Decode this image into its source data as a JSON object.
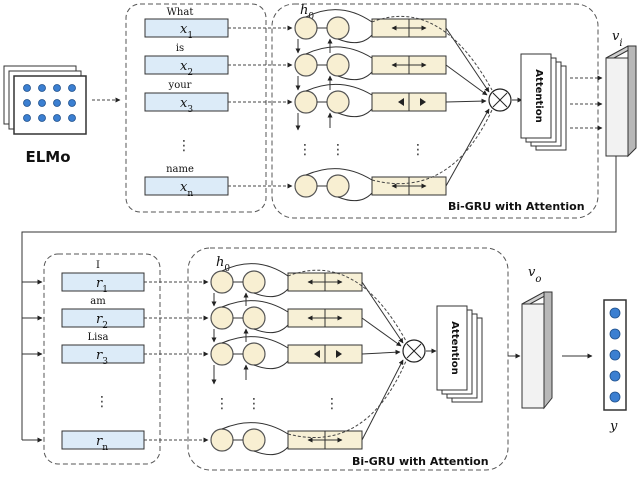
{
  "top": {
    "words": [
      "What",
      "is",
      "your",
      "",
      "name"
    ],
    "vars": [
      "x",
      "x",
      "x",
      "x"
    ],
    "subs": [
      "1",
      "2",
      "3",
      "n"
    ],
    "hidden_label": "h",
    "hidden_sub": "0",
    "block_label": "Bi-GRU with Attention",
    "attention_label": "Attention",
    "output_var": "v",
    "output_sub": "i",
    "input_label": "ELMo"
  },
  "bottom": {
    "words": [
      "I",
      "am",
      "Lisa",
      ""
    ],
    "vars": [
      "r",
      "r",
      "r",
      "r"
    ],
    "subs": [
      "1",
      "2",
      "3",
      "n"
    ],
    "hidden_label": "h",
    "hidden_sub": "0",
    "block_label": "Bi-GRU with Attention",
    "attention_label": "Attention",
    "output_var": "v",
    "output_sub": "o",
    "final_var": "y"
  },
  "icons": {
    "accent_blue": "#3b7fd1",
    "box_fill": "#dcebf8",
    "node_fill": "#f8efd2"
  }
}
